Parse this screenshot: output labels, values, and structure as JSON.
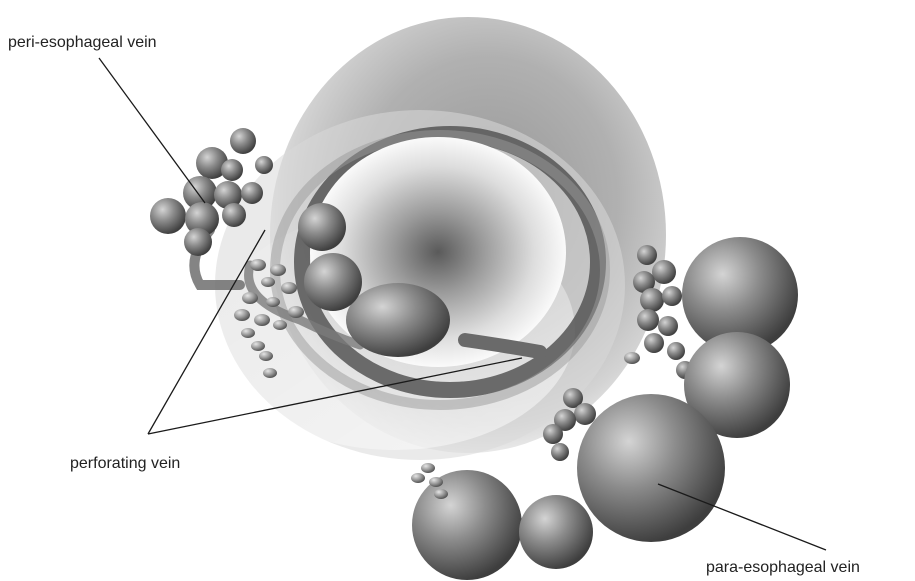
{
  "labels": {
    "peri": "peri-esophageal vein",
    "perforating": "perforating vein",
    "para": "para-esophageal vein"
  },
  "colors": {
    "background": "#ffffff",
    "wall_outer": "#bcbcbc",
    "wall_dark": "#5a5a5a",
    "vein": "#6f6f6f",
    "text": "#222222"
  }
}
